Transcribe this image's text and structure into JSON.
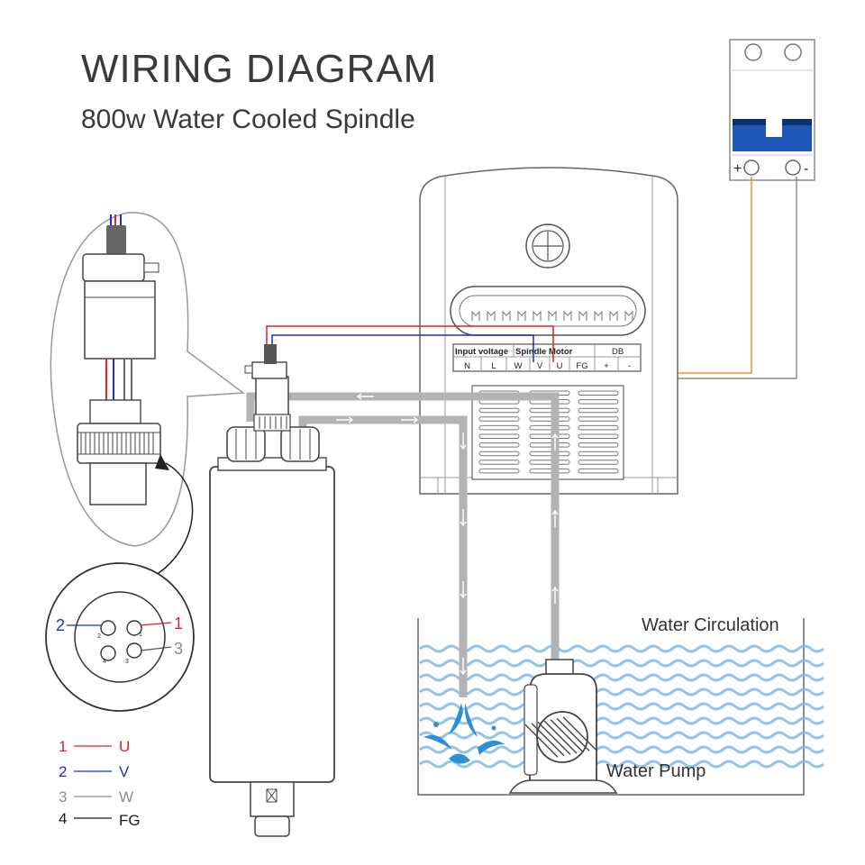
{
  "header": {
    "title": "WIRING DIAGRAM",
    "subtitle": "800w Water Cooled Spindle"
  },
  "breaker": {
    "plus_label": "+",
    "minus_label": "-"
  },
  "vfd_terminals": {
    "group_input": "Input voltage",
    "group_spindle": "Spindle Motor",
    "group_db": "DB",
    "labels": [
      "N",
      "L",
      "W",
      "V",
      "U",
      "FG",
      "+",
      "-"
    ]
  },
  "connector_pins": {
    "big_labels": [
      "2",
      "1",
      "3"
    ],
    "small_labels": [
      "2",
      "1",
      "4",
      "3"
    ]
  },
  "legend": [
    {
      "num": "1",
      "signal": "U",
      "color": "#e0202a"
    },
    {
      "num": "2",
      "signal": "V",
      "color": "#1e2fc4"
    },
    {
      "num": "3",
      "signal": "W",
      "color": "#8c8c8c"
    },
    {
      "num": "4",
      "signal": "FG",
      "color": "#1a1a1a"
    }
  ],
  "labels": {
    "water_circulation": "Water Circulation",
    "water_pump": "Water Pump"
  },
  "colors": {
    "red_wire": "#e0202a",
    "blue_wire": "#1e2fc4",
    "orange_wire": "#f0922a",
    "pipe": "#b3b3b3",
    "breaker_blue": "#1f57b8",
    "water": "#7fb8e6"
  },
  "icons": {
    "flow_arrow": "arrow-icon",
    "vfd_knob": "plus-knob-icon"
  }
}
